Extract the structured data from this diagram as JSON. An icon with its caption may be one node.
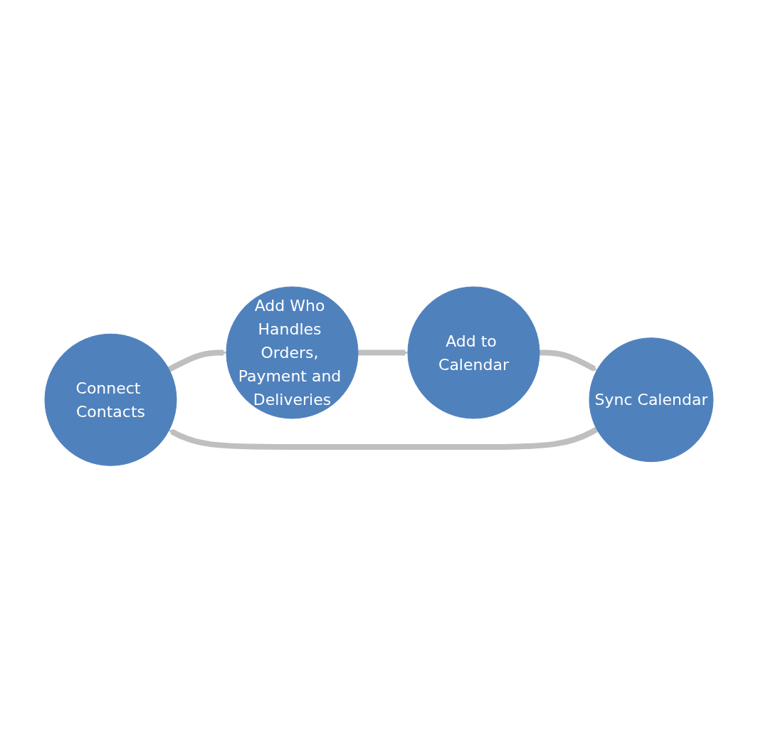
{
  "diagram": {
    "nodes": [
      {
        "text": [
          "Connect Contacts"
        ]
      },
      {
        "text": [
          "Add Who Handles Orders, Payment and Deliveries"
        ]
      },
      {
        "text": [
          "Add to Calendar"
        ]
      },
      {
        "text": [
          "Sync Calendar"
        ]
      }
    ],
    "edges": [
      {
        "from": 0,
        "to": 1,
        "arrow": "to"
      },
      {
        "from": 1,
        "to": 2,
        "arrow": "to"
      },
      {
        "from": 2,
        "to": 3,
        "arrow": "to"
      },
      {
        "from": 3,
        "to": 0,
        "arrow": "to"
      }
    ]
  }
}
